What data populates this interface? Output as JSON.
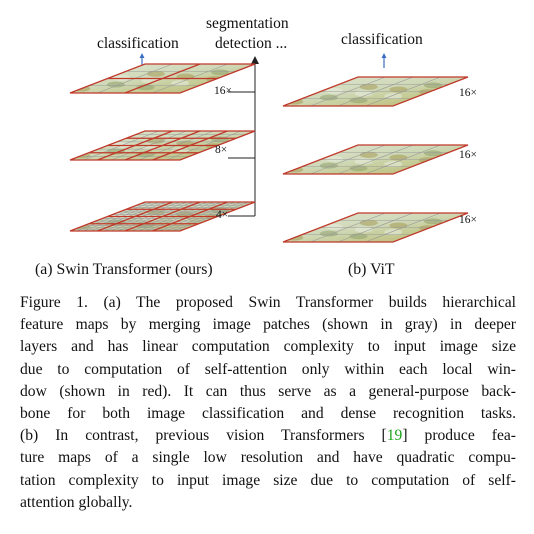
{
  "panel_a": {
    "top_label": "classification",
    "top_label_right_line1": "segmentation",
    "top_label_right_line2": "detection ...",
    "scales": [
      "16×",
      "8×",
      "4×"
    ],
    "subcaption": "(a) Swin Transformer (ours)"
  },
  "panel_b": {
    "top_label": "classification",
    "scales": [
      "16×",
      "16×",
      "16×"
    ],
    "subcaption": "(b) ViT"
  },
  "arrow_glyph": "↑",
  "colors": {
    "arrow": "#3a6fc4",
    "window_border": "#c0392b",
    "patch_grid": "#9a9a9a",
    "citation": "#1aa31a"
  },
  "caption": {
    "lines": [
      "Figure 1. (a) The proposed Swin Transformer builds hierarchical",
      "feature maps by merging image patches (shown in gray) in deeper",
      "layers and has linear computation complexity to input image size",
      "due to computation of self-attention only within each local win-",
      "dow (shown in red). It can thus serve as a general-purpose back-",
      "bone for both image classification and dense recognition tasks.",
      "(b) In contrast, previous vision Transformers [19] produce fea-",
      "ture maps of a single low resolution and have quadratic compu-",
      "tation complexity to input image size due to computation of self-",
      "attention globally."
    ],
    "citation": "19"
  }
}
